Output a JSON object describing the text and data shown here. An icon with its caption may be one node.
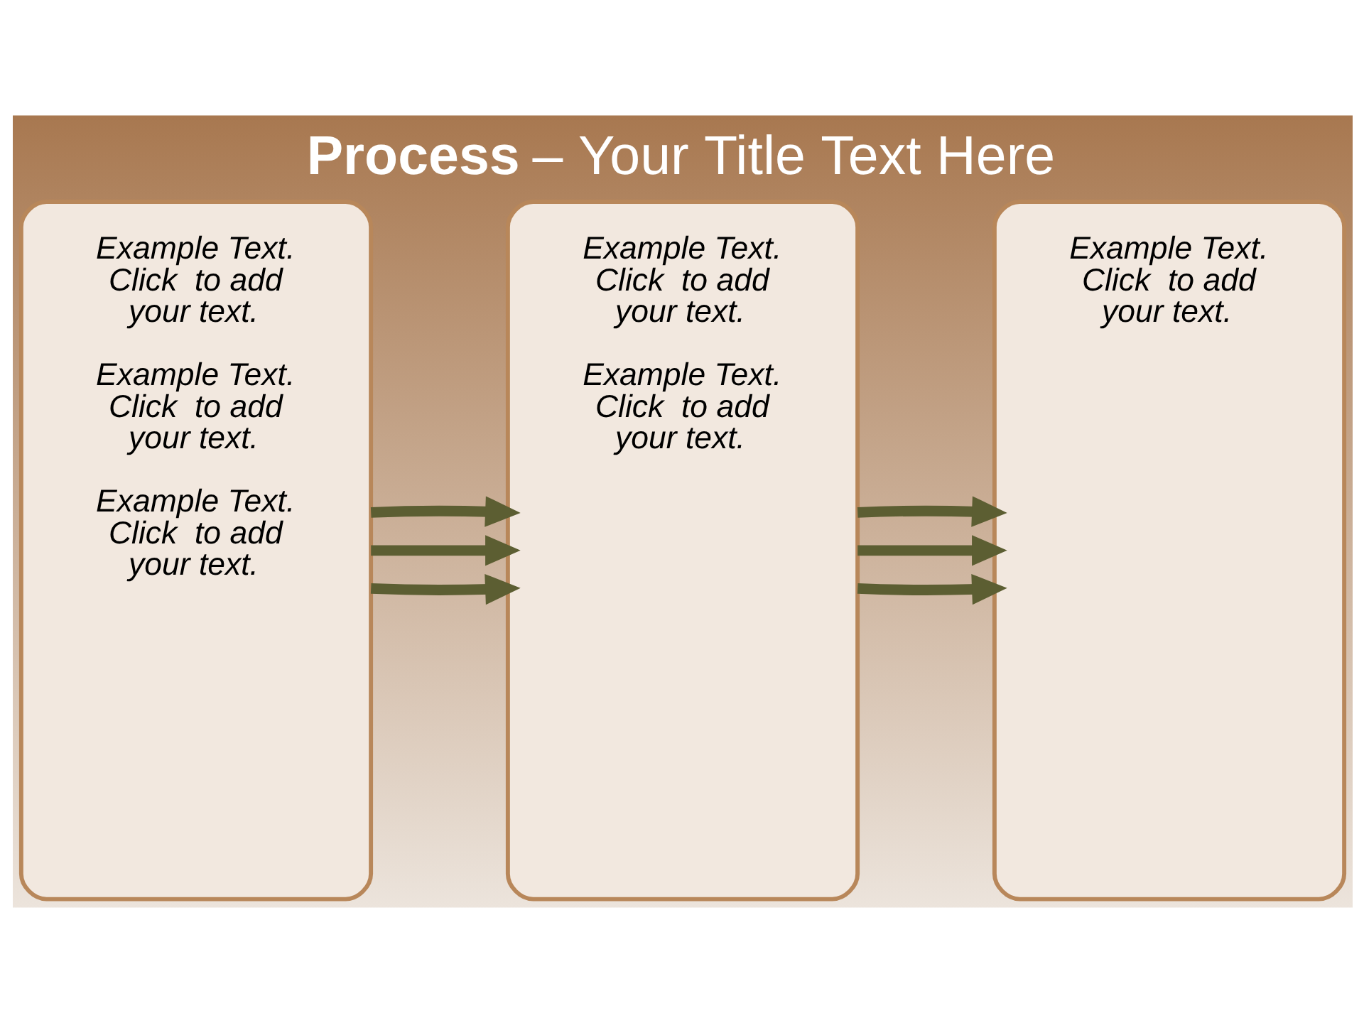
{
  "diagram": {
    "title": "**Process** – Your Title Text Here",
    "nodes": [
      {
        "text": [
          "Example Text. Click  to add your text.",
          "Example Text. Click  to add your text.",
          "Example Text. Click  to add your text."
        ]
      },
      {
        "text": [
          "Example Text. Click  to add your text.",
          "Example Text. Click  to add your text."
        ]
      },
      {
        "text": [
          "Example Text. Click  to add your text."
        ]
      }
    ],
    "edges": [
      {
        "from": 0,
        "to": 1,
        "arrow": "to"
      },
      {
        "from": 0,
        "to": 1,
        "arrow": "to"
      },
      {
        "from": 0,
        "to": 1,
        "arrow": "to"
      },
      {
        "from": 1,
        "to": 2,
        "arrow": "to"
      },
      {
        "from": 1,
        "to": 2,
        "arrow": "to"
      },
      {
        "from": 1,
        "to": 2,
        "arrow": "to"
      }
    ]
  }
}
